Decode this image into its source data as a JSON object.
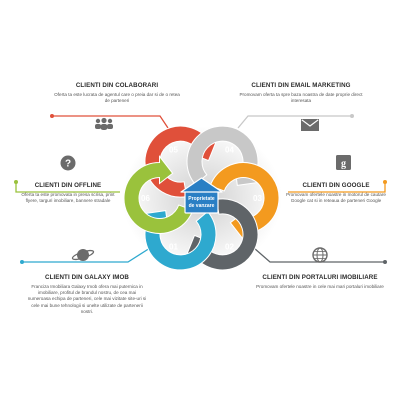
{
  "center": {
    "line1": "Proprietate",
    "line2": "de vanzare"
  },
  "blocks": {
    "colaborari": {
      "number": "05",
      "title": "CLIENTI DIN COLABORARI",
      "text": "Oferta ta este lucrata de agentul care o preia dar si de o retea de parteneri",
      "color": "#e0503a",
      "icon": "people-icon"
    },
    "email": {
      "number": "04",
      "title": "CLIENTI DIN EMAIL MARKETING",
      "text": "Promovam oferta ta spre baza noastra de date proprie direct interesata",
      "color": "#c8c8c8",
      "icon": "envelope-icon"
    },
    "offline": {
      "number": "06",
      "title": "CLIENTI DIN OFFLINE",
      "text": "Oferta ta este promovata in presa scrisa, print flyere, targuri imobiliare, bannere stradale",
      "color": "#9ac23c",
      "icon": "question-icon"
    },
    "google": {
      "number": "03",
      "title": "CLIENTI DIN GOOGLE",
      "text": "Promovam ofertele noastre in motorul de cautare Google cat si in reteaua de parteneri Google",
      "color": "#f39a1f",
      "icon": "google-icon"
    },
    "galaxy": {
      "number": "01",
      "title": "CLIENTI DIN GALAXY IMOB",
      "text": "Franciza Imobiliara Galaxy Imob ofera mai puternica in imobiliare, profitul de brandul nostru, de cea mai numeroasa echipa de parteneri, cele mai vizitate site-uri si cele mai bune tehnologii si unelte utilizate de partenerii nostri.",
      "color": "#2ea9cf",
      "icon": "planet-icon"
    },
    "portaluri": {
      "number": "02",
      "title": "CLIENTI DIN PORTALURI IMOBILIARE",
      "text": "Promovam ofertele noastre in cele mai mari portaluri imobiliare",
      "color": "#5f6468",
      "icon": "globe-icon"
    }
  }
}
